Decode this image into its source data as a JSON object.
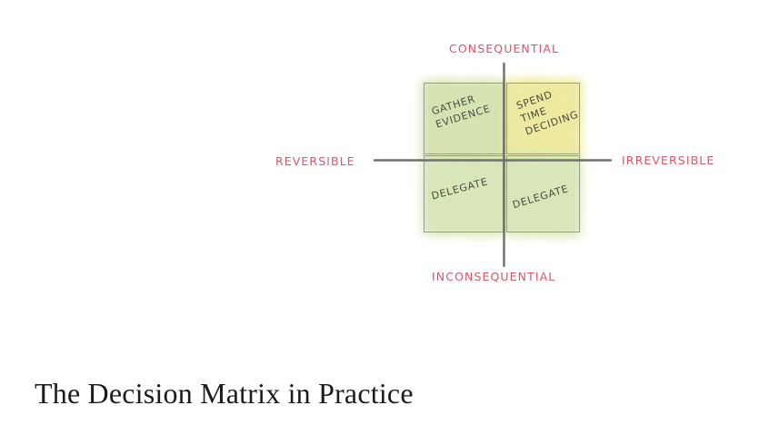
{
  "figure": {
    "name": "decision-matrix",
    "axes": {
      "vertical": {
        "top_label": "CONSEQUENTIAL",
        "bottom_label": "INCONSEQUENTIAL"
      },
      "horizontal": {
        "left_label": "REVERSIBLE",
        "right_label": "IRREVERSIBLE"
      },
      "line_color": "#6b6b6b",
      "label_color": "#d8566a"
    },
    "quadrants": [
      {
        "id": "top-left",
        "position": "reversible-consequential",
        "lines": [
          "GATHER",
          "EVIDENCE"
        ],
        "fill": "#d8e6b4"
      },
      {
        "id": "top-right",
        "position": "irreversible-consequential",
        "lines": [
          "SPEND",
          "TIME",
          "DECIDING"
        ],
        "fill": "#f1eda1"
      },
      {
        "id": "bottom-left",
        "position": "reversible-inconsequential",
        "lines": [
          "DELEGATE"
        ],
        "fill": "#dbe8bc"
      },
      {
        "id": "bottom-right",
        "position": "irreversible-inconsequential",
        "lines": [
          "DELEGATE"
        ],
        "fill": "#dbe8bc"
      }
    ],
    "handwriting_color": "#4c4a42"
  },
  "heading": {
    "title": "The Decision Matrix in Practice"
  }
}
